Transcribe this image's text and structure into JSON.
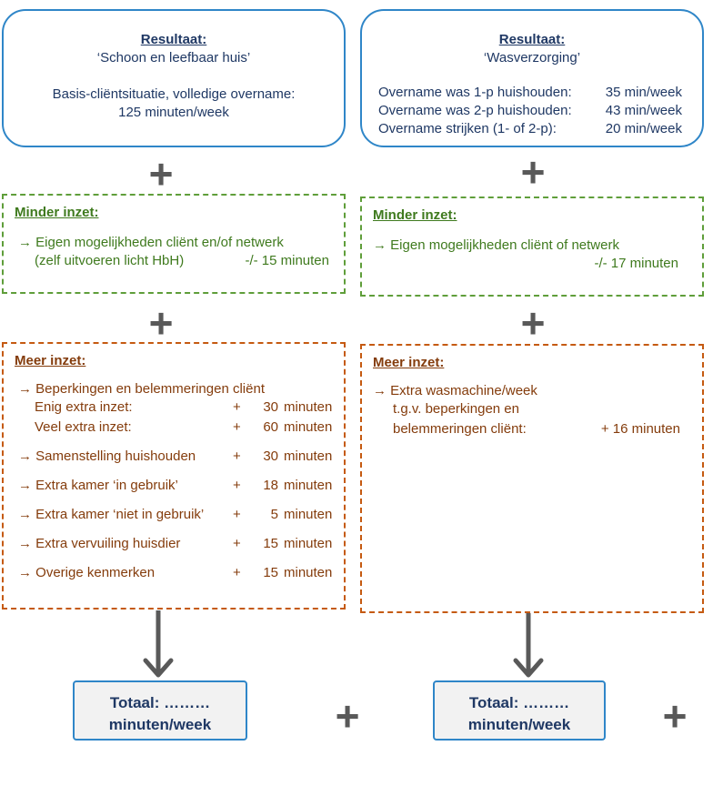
{
  "left": {
    "result": {
      "heading": "Resultaat:",
      "subtitle": "‘Schoon en leefbaar huis’",
      "line1": "Basis-cliëntsituatie, volledige overname:",
      "line2": "125 minuten/week"
    },
    "minder": {
      "title": "Minder inzet:",
      "line1": "→ Eigen mogelijkheden cliënt en/of netwerk",
      "line2_text": "(zelf uitvoeren licht HbH)",
      "line2_value": "-/- 15 minuten"
    },
    "meer": {
      "title": "Meer inzet:",
      "header": "→ Beperkingen en belemmeringen cliënt",
      "rows": [
        {
          "label": "Enig extra inzet:",
          "sign": "+",
          "num": "30",
          "unit": "minuten"
        },
        {
          "label": "Veel extra inzet:",
          "sign": "+",
          "num": "60",
          "unit": "minuten"
        },
        {
          "label": "→ Samenstelling huishouden",
          "sign": "+",
          "num": "30",
          "unit": "minuten"
        },
        {
          "label": "→ Extra kamer ‘in gebruik’",
          "sign": "+",
          "num": "18",
          "unit": "minuten"
        },
        {
          "label": "→ Extra kamer ‘niet in gebruik’",
          "sign": "+",
          "num": "5",
          "unit": "minuten"
        },
        {
          "label": "→ Extra vervuiling huisdier",
          "sign": "+",
          "num": "15",
          "unit": "minuten"
        },
        {
          "label": "→ Overige kenmerken",
          "sign": "+",
          "num": "15",
          "unit": "minuten"
        }
      ]
    },
    "total": {
      "line1": "Totaal: ………",
      "line2": "minuten/week"
    }
  },
  "right": {
    "result": {
      "heading": "Resultaat:",
      "subtitle": "‘Wasverzorging’",
      "rows": [
        {
          "label": "Overname was 1-p huishouden:",
          "value": "35 min/week"
        },
        {
          "label": "Overname was 2-p huishouden:",
          "value": "43 min/week"
        },
        {
          "label": "Overname strijken (1- of 2-p):",
          "value": "20 min/week"
        }
      ]
    },
    "minder": {
      "title": "Minder inzet:",
      "line1": "→ Eigen mogelijkheden cliënt of netwerk",
      "line2_value": "-/- 17 minuten"
    },
    "meer": {
      "title": "Meer inzet:",
      "line1": "→ Extra wasmachine/week",
      "line2": "t.g.v. beperkingen en",
      "line3": "belemmeringen cliënt:",
      "value": "+ 16 minuten"
    },
    "total": {
      "line1": "Totaal: ………",
      "line2": "minuten/week"
    }
  },
  "plus_symbol": "+",
  "colors": {
    "blue": "#2f86c8",
    "navy": "#1f3864",
    "green": "#5f9e3a",
    "orange": "#c55a11",
    "brown": "#843c0c",
    "gray": "#595959"
  }
}
